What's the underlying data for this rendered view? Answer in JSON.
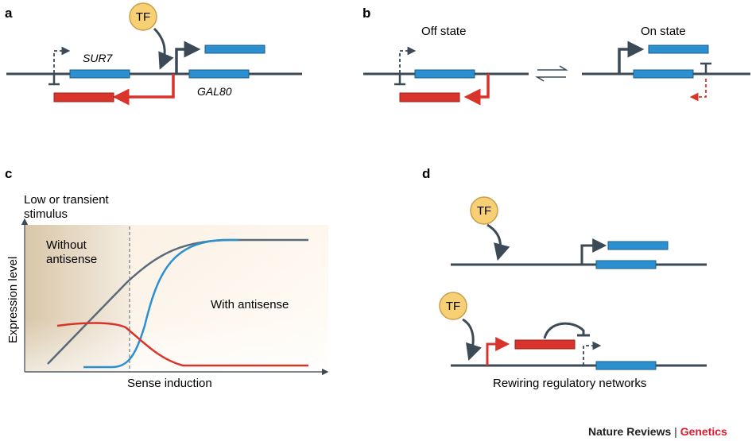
{
  "panels": {
    "a": {
      "letter": "a",
      "tf_label": "TF",
      "gene1": "SUR7",
      "gene2": "GAL80"
    },
    "b": {
      "letter": "b",
      "off_state": "Off state",
      "on_state": "On state"
    },
    "c": {
      "letter": "c",
      "stimulus_label_line1": "Low or transient",
      "stimulus_label_line2": "stimulus",
      "without_antisense_line1": "Without",
      "without_antisense_line2": "antisense",
      "with_antisense": "With antisense",
      "ylabel": "Expression level",
      "xlabel": "Sense induction"
    },
    "d": {
      "letter": "d",
      "tf_label_top": "TF",
      "tf_label_bottom": "TF",
      "caption": "Rewiring regulatory networks"
    }
  },
  "footer": {
    "journal": "Nature Reviews",
    "separator": " | ",
    "section": "Genetics"
  },
  "colors": {
    "line": "#3b4a56",
    "blue_gene": "#2b8fd0",
    "red_gene": "#d9342b",
    "tf_fill": "#f7cf74",
    "brand_red": "#e0192e"
  }
}
